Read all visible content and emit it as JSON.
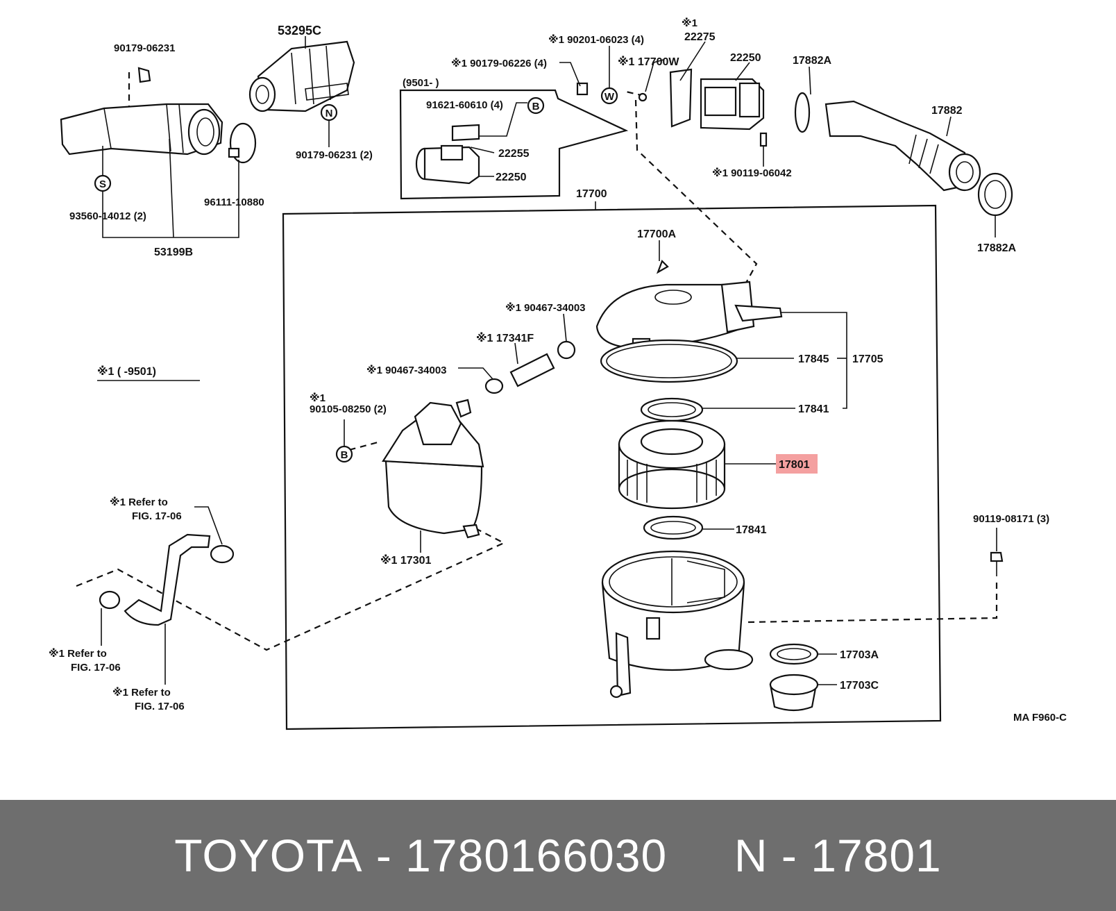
{
  "footer": {
    "brand": "TOYOTA",
    "separator": " - ",
    "part_number": "1780166030",
    "gap": "     ",
    "ref_prefix": "N",
    "ref_number": "17801"
  },
  "highlight_color": "#f4a0a0",
  "footer_background": "#6e6e6e",
  "labels": {
    "p53295C": "53295C",
    "p90179_06231_top": "90179-06231",
    "p90179_06231_2": "90179-06231 (2)",
    "p96111_10880": "96111-10880",
    "p93560_14012": "93560-14012 (2)",
    "p53199B": "53199B",
    "mark_s": "S",
    "mark_n": "N",
    "mark_w": "W",
    "mark_b": "B",
    "range_9501_open": "(9501-          )",
    "p90179_06226": "※1 90179-06226 (4)",
    "p90201_06023": "※1 90201-06023 (4)",
    "p91621_60610": "91621-60610 (4)",
    "p22255": "22255",
    "p22250_box": "22250",
    "p22275_mark": "※1",
    "p22275": "22275",
    "p17700W": "※1 17700W",
    "p22250": "22250",
    "p90119_06042": "※1 90119-06042",
    "p17882A_top": "17882A",
    "p17882": "17882",
    "p17882A_bottom": "17882A",
    "p17700": "17700",
    "p17700A": "17700A",
    "p90467_34003_a": "※1 90467-34003",
    "p17341F": "※1 17341F",
    "p90467_34003_b": "※1 90467-34003",
    "note_9501": "※1 (       -9501)",
    "p90105_mark": "※1",
    "p90105": "90105-08250 (2)",
    "p17845": "17845",
    "p17705": "17705",
    "p17841_a": "17841",
    "p17801": "17801",
    "p17841_b": "17841",
    "p90119_08171": "90119-08171 (3)",
    "refer1_a": "※1 Refer to",
    "refer1_b": "FIG. 17-06",
    "p17301": "※1 17301",
    "refer2_a": "※1 Refer to",
    "refer2_b": "FIG. 17-06",
    "refer3_a": "※1 Refer to",
    "refer3_b": "FIG. 17-06",
    "p17703A": "17703A",
    "p17703C": "17703C",
    "fig_code": "MA F960-C"
  }
}
